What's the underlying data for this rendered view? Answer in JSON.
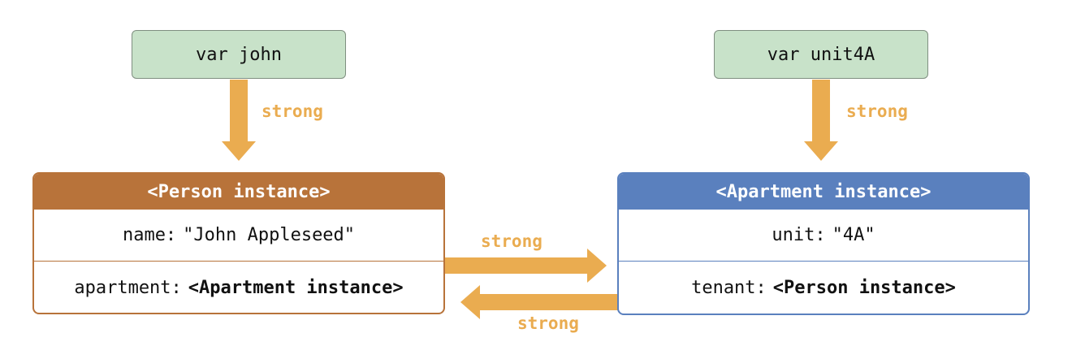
{
  "variables": {
    "john": "var john",
    "unit4A": "var unit4A"
  },
  "references": {
    "john_to_person": "strong",
    "unit4A_to_apartment": "strong",
    "person_to_apartment": "strong",
    "apartment_to_person": "strong"
  },
  "person_instance": {
    "title": "<Person instance>",
    "name_key": "name:",
    "name_value": "\"John Appleseed\"",
    "apartment_key": "apartment:",
    "apartment_value": "<Apartment instance>"
  },
  "apartment_instance": {
    "title": "<Apartment instance>",
    "unit_key": "unit:",
    "unit_value": "\"4A\"",
    "tenant_key": "tenant:",
    "tenant_value": "<Person instance>"
  },
  "colors": {
    "arrow": "#eaac50",
    "person_header": "#b8733a",
    "apartment_header": "#5a80be",
    "variable_fill": "#c8e2c9"
  }
}
